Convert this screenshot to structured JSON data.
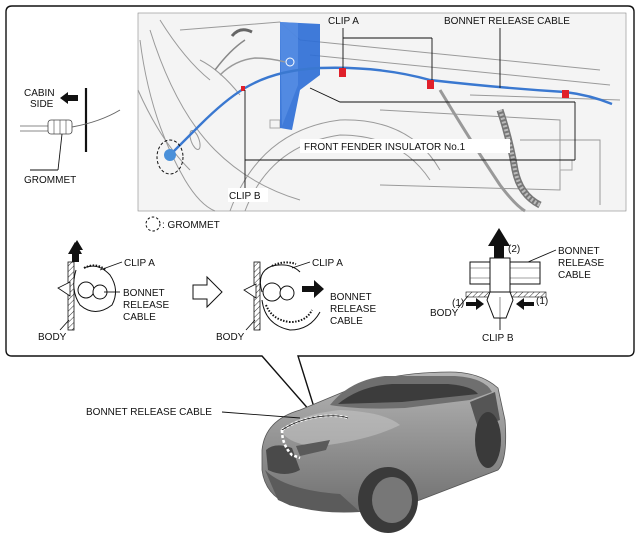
{
  "labels": {
    "clip_a_top": "CLIP A",
    "bonnet_release_cable_top": "BONNET RELEASE CABLE",
    "cabin_side_1": "CABIN",
    "cabin_side_2": "SIDE",
    "grommet": "GROMMET",
    "front_fender_insulator": "FRONT FENDER INSULATOR No.1",
    "clip_b_top": "CLIP B",
    "grommet_legend": ": GROMMET",
    "d1_clip_a": "CLIP A",
    "d1_cable_1": "BONNET",
    "d1_cable_2": "RELEASE",
    "d1_cable_3": "CABLE",
    "d1_body": "BODY",
    "d2_clip_a": "CLIP A",
    "d2_cable_1": "BONNET",
    "d2_cable_2": "RELEASE",
    "d2_cable_3": "CABLE",
    "d2_body": "BODY",
    "d3_step2": "(2)",
    "d3_cable_1": "BONNET",
    "d3_cable_2": "RELEASE",
    "d3_cable_3": "CABLE",
    "d3_step1_left": "(1)",
    "d3_step1_right": "(1)",
    "d3_body": "BODY",
    "d3_clip_b": "CLIP B",
    "car_cable": "BONNET RELEASE CABLE"
  },
  "colors": {
    "insulator_blue": "#2f6fd6",
    "cable_blue": "#3a78d0",
    "clip_red": "#e0202a",
    "grommet_fill": "#4a90d9",
    "car_body": "#8f8f8f"
  }
}
